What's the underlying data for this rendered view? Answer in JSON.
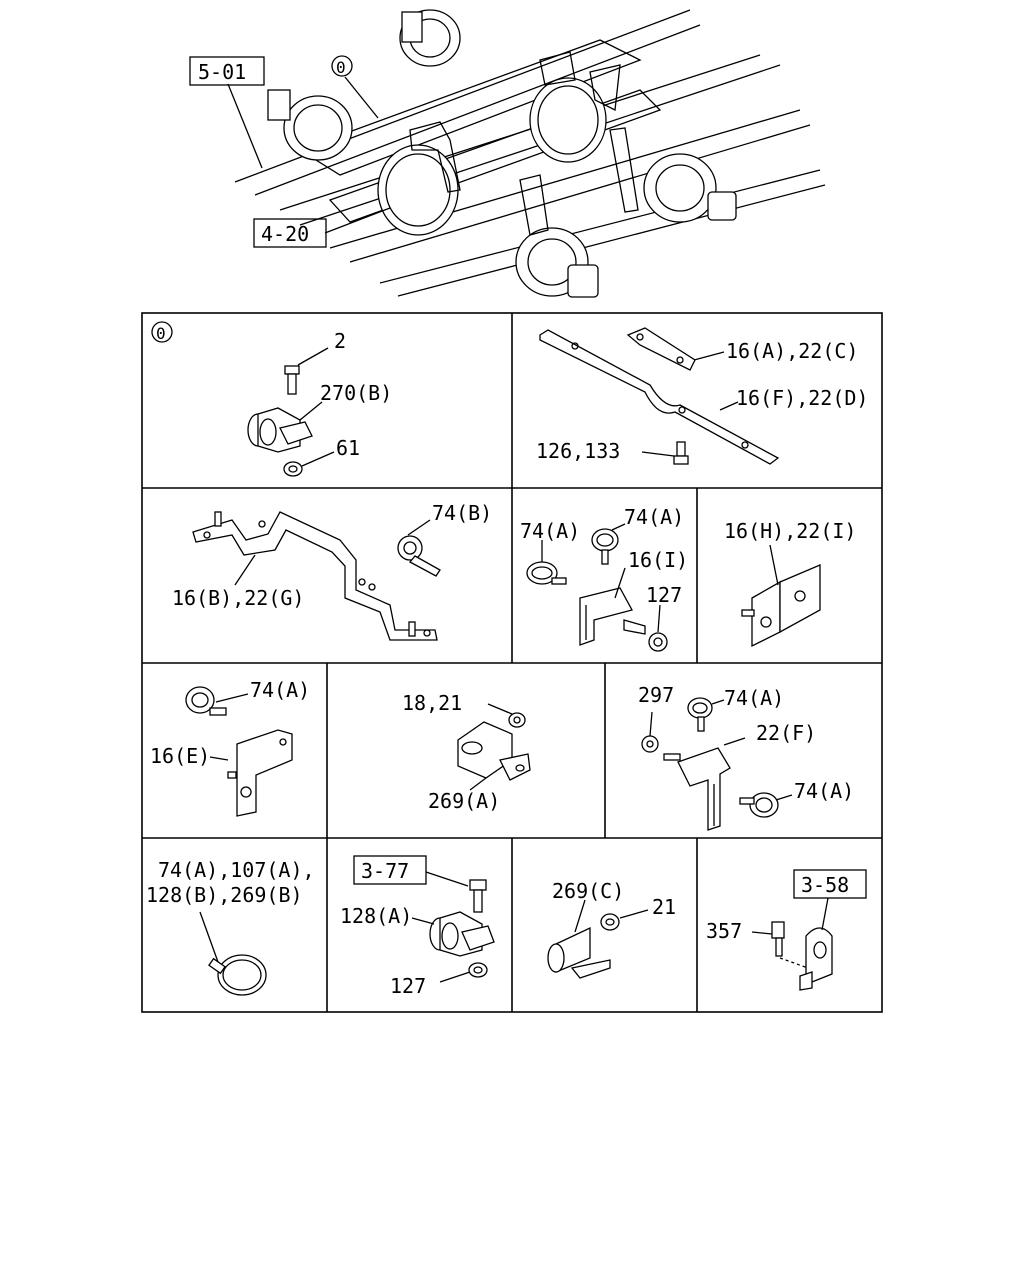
{
  "overview": {
    "ref_5_01": "5-01",
    "ref_4_20": "4-20",
    "detail_marker": "0"
  },
  "cells": {
    "c1": {
      "marker": "0",
      "labels": [
        "2",
        "270(B)",
        "61"
      ]
    },
    "c2": {
      "labels": [
        "16(A),22(C)",
        "16(F),22(D)",
        "126,133"
      ]
    },
    "c3": {
      "labels": [
        "74(B)",
        "16(B),22(G)"
      ]
    },
    "c4": {
      "labels": [
        "74(A)",
        "74(A)",
        "16(I)",
        "127"
      ]
    },
    "c5": {
      "labels": [
        "16(H),22(I)"
      ]
    },
    "c6": {
      "labels": [
        "74(A)",
        "16(E)"
      ]
    },
    "c7": {
      "labels": [
        "18,21",
        "269(A)"
      ]
    },
    "c8": {
      "labels": [
        "297",
        "74(A)",
        "22(F)",
        "74(A)"
      ]
    },
    "c9": {
      "labels": [
        "74(A),107(A),",
        "128(B),269(B)"
      ]
    },
    "c10": {
      "ref": "3-77",
      "labels": [
        "128(A)",
        "127"
      ]
    },
    "c11": {
      "labels": [
        "269(C)",
        "21"
      ]
    },
    "c12": {
      "ref": "3-58",
      "labels": [
        "357"
      ]
    }
  }
}
